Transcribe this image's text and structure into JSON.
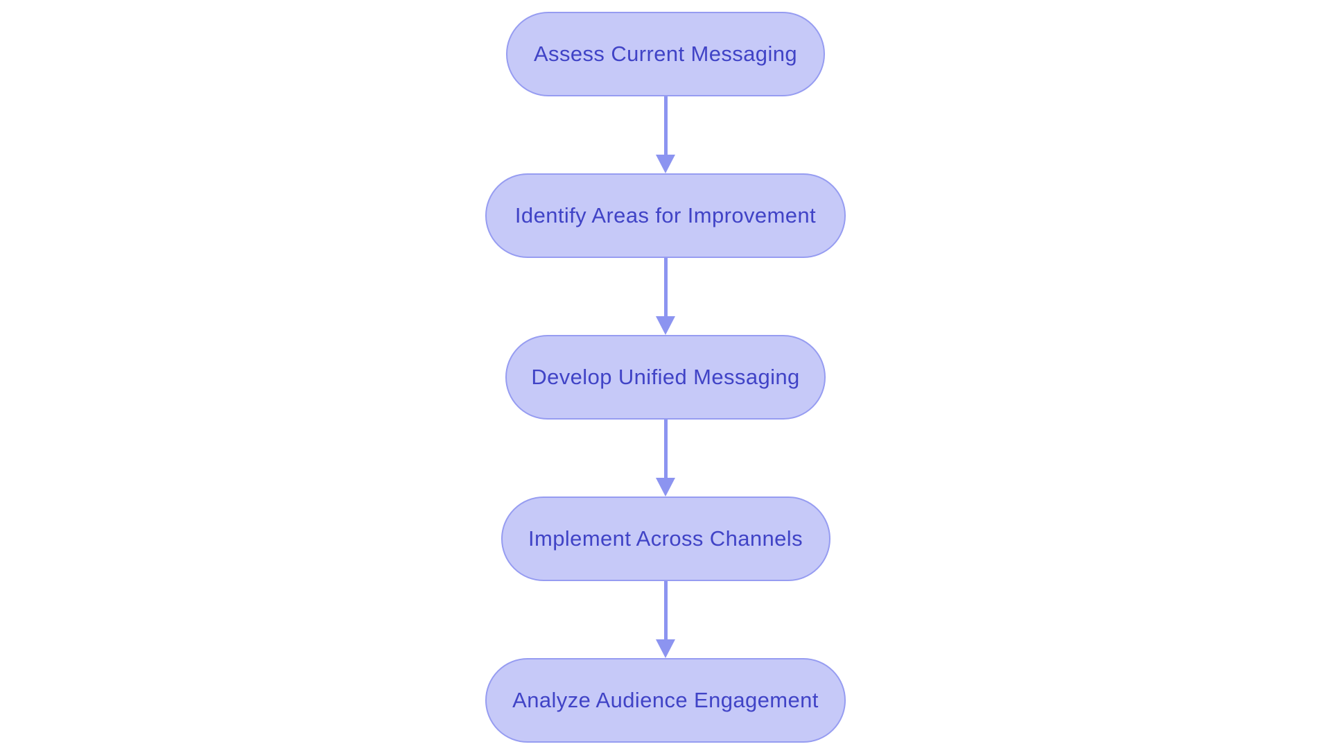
{
  "diagram": {
    "type": "flowchart",
    "direction": "top-down",
    "background_color": "#ffffff",
    "node_fill_color": "#c6c9f8",
    "node_border_color": "#969cf1",
    "node_text_color": "#4043c6",
    "arrow_color": "#8c94f0",
    "nodes": [
      {
        "id": "step-1",
        "label": "Assess Current Messaging"
      },
      {
        "id": "step-2",
        "label": "Identify Areas for Improvement"
      },
      {
        "id": "step-3",
        "label": "Develop Unified Messaging"
      },
      {
        "id": "step-4",
        "label": "Implement Across Channels"
      },
      {
        "id": "step-5",
        "label": "Analyze Audience Engagement"
      }
    ],
    "edges": [
      {
        "from": "step-1",
        "to": "step-2"
      },
      {
        "from": "step-2",
        "to": "step-3"
      },
      {
        "from": "step-3",
        "to": "step-4"
      },
      {
        "from": "step-4",
        "to": "step-5"
      }
    ]
  }
}
